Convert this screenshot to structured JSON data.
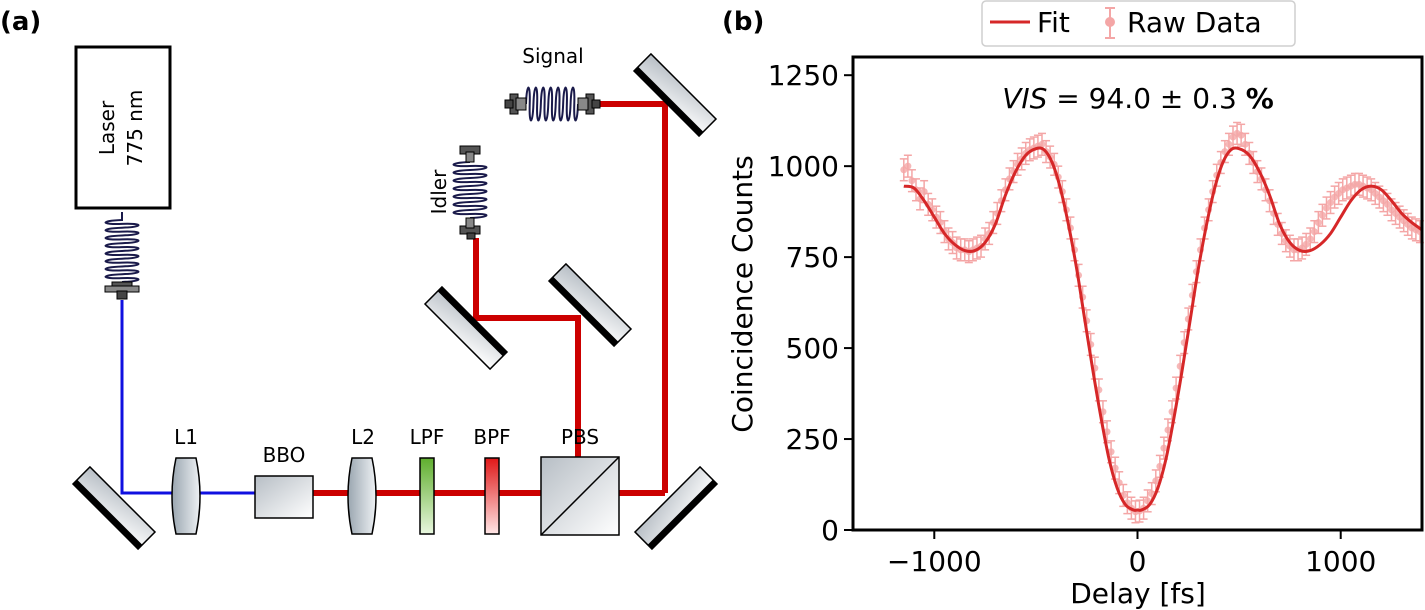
{
  "panel_a": {
    "panel_label": "(a)",
    "laser_line1": "Laser",
    "laser_line2": "775 nm",
    "label_signal": "Signal",
    "label_idler": "Idler",
    "label_L1": "L1",
    "label_BBO": "BBO",
    "label_L2": "L2",
    "label_LPF": "LPF",
    "label_BPF": "BPF",
    "label_PBS": "PBS",
    "colors": {
      "pump_beam": "#1010e0",
      "down_converted_beam": "#cc0000",
      "lpf": "#7cc34a",
      "bpf": "#e02020",
      "fiber": "#1a1a4a"
    }
  },
  "panel_b": {
    "panel_label": "(b)",
    "annotation_italic": "VIS",
    "annotation_rest": " = 94.0 ± 0.3 ",
    "annotation_unit": "%",
    "colors": {
      "fit": "#d62728",
      "raw": "#f4a6a6"
    }
  },
  "chart_data": {
    "type": "line",
    "xlabel": "Delay [fs]",
    "ylabel": "Coincidence Counts",
    "xlim": [
      -1400,
      1400
    ],
    "ylim": [
      0,
      1300
    ],
    "xticks": [
      -1000,
      0,
      1000
    ],
    "yticks": [
      0,
      250,
      500,
      750,
      1000,
      1250
    ],
    "grid": false,
    "legend": {
      "placement": "top-center",
      "entries": [
        "Fit",
        "Raw Data"
      ]
    },
    "series": [
      {
        "name": "Fit",
        "style": "line",
        "x": [
          -1150,
          -1100,
          -1050,
          -1000,
          -950,
          -900,
          -850,
          -800,
          -750,
          -700,
          -650,
          -600,
          -550,
          -500,
          -460,
          -420,
          -380,
          -340,
          -300,
          -260,
          -220,
          -180,
          -140,
          -100,
          -60,
          -20,
          0,
          20,
          60,
          100,
          140,
          180,
          220,
          260,
          300,
          340,
          380,
          420,
          460,
          500,
          550,
          600,
          650,
          700,
          750,
          800,
          850,
          900,
          950,
          1000,
          1050,
          1100,
          1150,
          1200,
          1250,
          1300,
          1350,
          1400
        ],
        "y": [
          945,
          940,
          905,
          860,
          815,
          785,
          768,
          768,
          790,
          840,
          920,
          985,
          1030,
          1048,
          1045,
          1010,
          940,
          840,
          720,
          580,
          440,
          310,
          195,
          115,
          70,
          55,
          55,
          55,
          70,
          115,
          195,
          310,
          440,
          580,
          720,
          840,
          940,
          1010,
          1045,
          1048,
          1030,
          985,
          920,
          840,
          790,
          768,
          768,
          785,
          815,
          860,
          905,
          935,
          945,
          935,
          905,
          870,
          845,
          825
        ]
      },
      {
        "name": "Raw Data",
        "style": "errorbar",
        "error": 30,
        "x": [
          -1150,
          -1130,
          -1110,
          -1090,
          -1070,
          -1050,
          -1030,
          -1010,
          -990,
          -970,
          -950,
          -930,
          -910,
          -890,
          -870,
          -850,
          -830,
          -810,
          -790,
          -770,
          -750,
          -730,
          -710,
          -690,
          -670,
          -650,
          -630,
          -610,
          -590,
          -570,
          -550,
          -530,
          -510,
          -490,
          -470,
          -450,
          -430,
          -410,
          -390,
          -370,
          -350,
          -330,
          -310,
          -290,
          -270,
          -250,
          -230,
          -210,
          -190,
          -170,
          -150,
          -130,
          -110,
          -90,
          -70,
          -50,
          -30,
          -10,
          10,
          30,
          50,
          70,
          90,
          110,
          130,
          150,
          170,
          190,
          210,
          230,
          250,
          270,
          290,
          310,
          330,
          350,
          370,
          390,
          410,
          430,
          450,
          470,
          490,
          510,
          530,
          550,
          570,
          590,
          610,
          630,
          650,
          670,
          690,
          710,
          730,
          750,
          770,
          790,
          810,
          830,
          850,
          870,
          890,
          910,
          930,
          950,
          970,
          990,
          1010,
          1030,
          1050,
          1070,
          1090,
          1110,
          1130,
          1150,
          1170,
          1190,
          1210,
          1230,
          1250,
          1270,
          1290,
          1310,
          1330,
          1350,
          1370,
          1390
        ],
        "y": [
          990,
          1000,
          960,
          935,
          910,
          930,
          895,
          880,
          860,
          845,
          820,
          800,
          790,
          775,
          770,
          770,
          765,
          770,
          775,
          780,
          800,
          815,
          845,
          870,
          905,
          935,
          965,
          985,
          1005,
          1020,
          1035,
          1045,
          1050,
          1055,
          1060,
          1040,
          1025,
          1005,
          970,
          930,
          880,
          830,
          770,
          700,
          640,
          575,
          510,
          445,
          385,
          325,
          270,
          215,
          170,
          130,
          95,
          75,
          60,
          50,
          52,
          60,
          80,
          100,
          135,
          175,
          225,
          275,
          325,
          390,
          450,
          515,
          580,
          645,
          710,
          770,
          830,
          880,
          930,
          975,
          1010,
          1040,
          1060,
          1080,
          1090,
          1085,
          1060,
          1035,
          1010,
          985,
          965,
          935,
          905,
          870,
          840,
          815,
          795,
          780,
          770,
          770,
          775,
          785,
          800,
          820,
          845,
          865,
          885,
          900,
          915,
          925,
          935,
          940,
          945,
          950,
          950,
          945,
          940,
          935,
          925,
          915,
          905,
          895,
          880,
          870,
          860,
          850,
          840,
          830,
          825,
          820
        ]
      }
    ]
  }
}
